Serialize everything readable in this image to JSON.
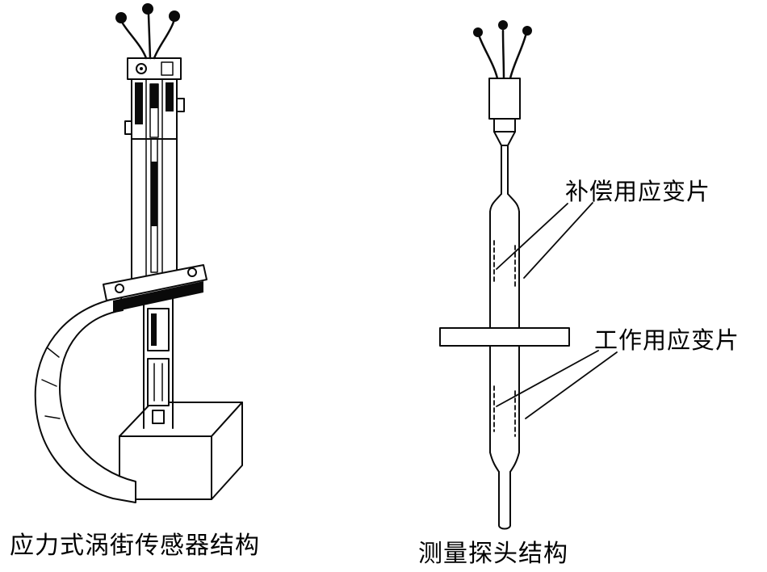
{
  "figures": {
    "left": {
      "caption": "应力式涡街传感器结构"
    },
    "right": {
      "caption": "测量探头结构",
      "labels": [
        {
          "text": "补偿用应变片"
        },
        {
          "text": "工作用应变片"
        }
      ]
    }
  },
  "colors": {
    "ink": "#0a0a0a",
    "background": "#ffffff"
  }
}
